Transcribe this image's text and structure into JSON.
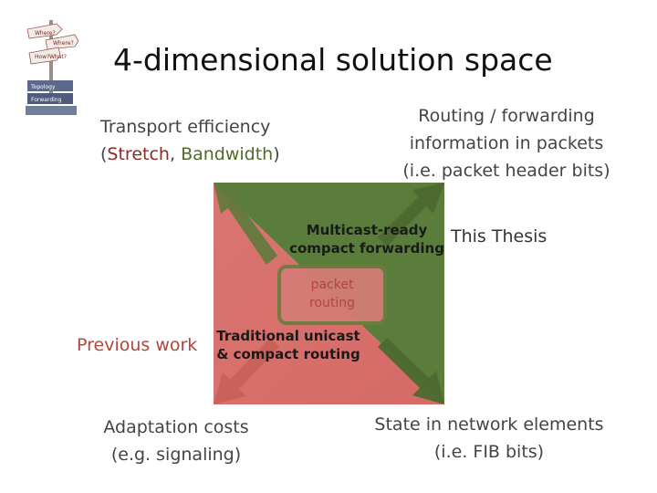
{
  "slide": {
    "title": "4-dimensional solution space"
  },
  "axes": {
    "transport_line1": "Transport efficiency",
    "transport_open": "(",
    "transport_stretch": "Stretch",
    "transport_comma": ", ",
    "transport_bandwidth": "Bandwidth",
    "transport_close": ")",
    "routing_line1": "Routing / forwarding",
    "routing_line2": "information in packets",
    "routing_line3": "(i.e. packet header bits)",
    "adaptation_line1": "Adaptation costs",
    "adaptation_line2": "(e.g. signaling)",
    "state_line1": "State in network elements",
    "state_line2": "(i.e. FIB bits)"
  },
  "diagram": {
    "multicast_line1": "Multicast-ready",
    "multicast_line2": "compact forwarding",
    "packet_line1": "packet",
    "packet_line2": "routing",
    "unicast_line1": "Traditional unicast",
    "unicast_line2": "& compact routing"
  },
  "side_labels": {
    "this_thesis": "This Thesis",
    "previous_work": "Previous work"
  },
  "logo": {
    "signs": [
      "Where?",
      "Where?",
      "How?",
      "What?"
    ],
    "books": [
      "Topology",
      "Forwarding"
    ]
  },
  "colors": {
    "red_region": "#d9706c",
    "green_region": "#5a7d3c",
    "stretch_text": "#8b2a2a",
    "bandwidth_text": "#4f6b2b"
  }
}
